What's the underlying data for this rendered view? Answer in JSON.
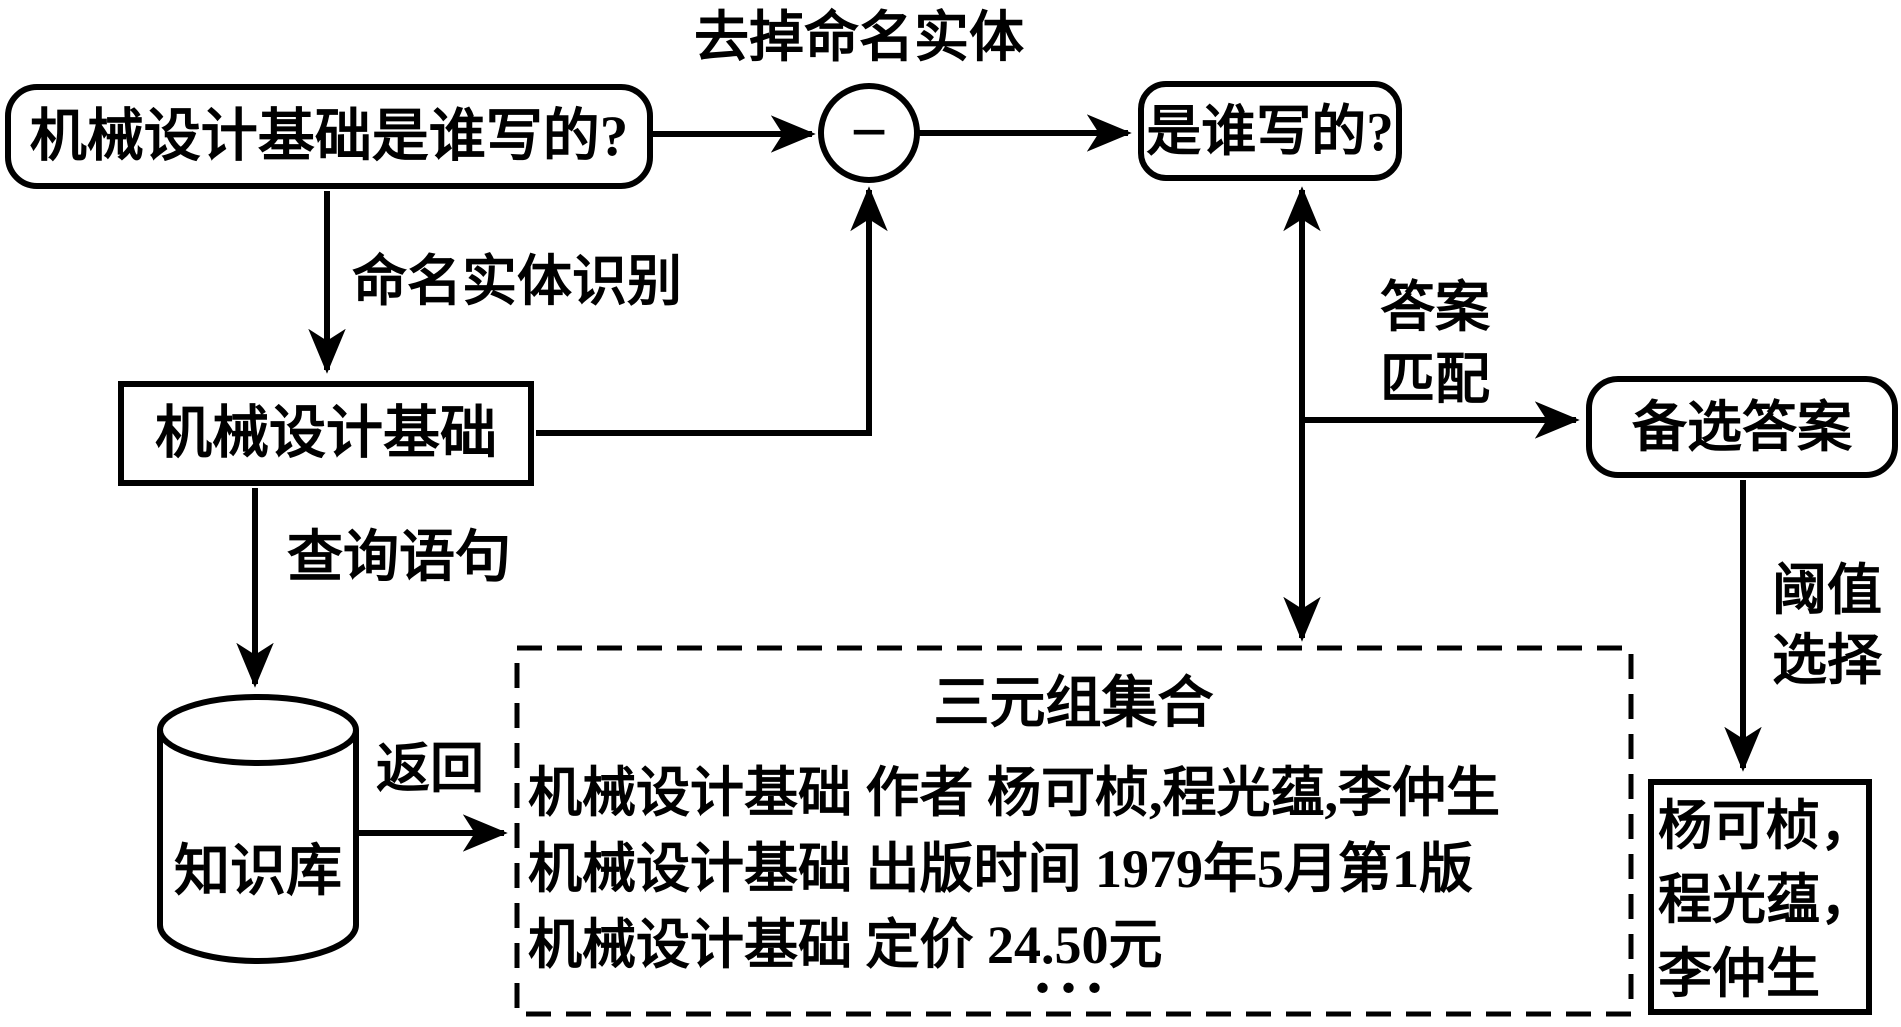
{
  "diagram": {
    "background_color": "#ffffff",
    "line_color": "#000000",
    "nodes": {
      "question": "机械设计基础是谁写的?",
      "minus_operator": "−",
      "stripped_question": "是谁写的?",
      "named_entity": "机械设计基础",
      "knowledge_base": "知识库",
      "candidate_answers": "备选答案",
      "final_answer": {
        "lines": [
          "杨可桢，",
          "程光蕴，",
          "李仲生"
        ]
      }
    },
    "edge_labels": {
      "remove_named_entity": "去掉命名实体",
      "named_entity_recognition": "命名实体识别",
      "query_statement": "查询语句",
      "return_results": "返回",
      "answer_match": {
        "line1": "答案",
        "line2": "匹配"
      },
      "threshold_select": {
        "line1": "阈值",
        "line2": "选择"
      }
    },
    "triple_set": {
      "title": "三元组集合",
      "rows": [
        "机械设计基础 作者 杨可桢,程光蕴,李仲生",
        "机械设计基础 出版时间 1979年5月第1版",
        "机械设计基础 定价 24.50元"
      ],
      "ellipsis": "..."
    }
  }
}
